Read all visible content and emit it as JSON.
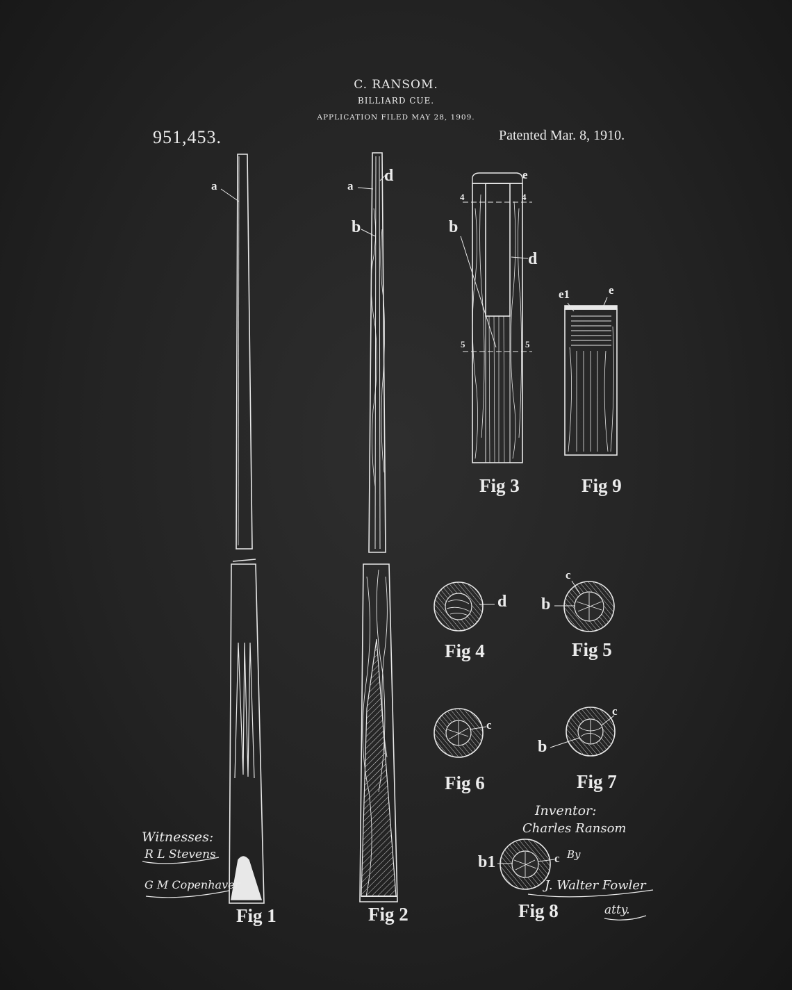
{
  "header": {
    "inventor_name": "C. RANSOM.",
    "title": "BILLIARD CUE.",
    "filed": "APPLICATION FILED MAY 28, 1909.",
    "patent_number": "951,453.",
    "patented_date": "Patented Mar. 8, 1910."
  },
  "figures": {
    "fig1": "Fig 1",
    "fig2": "Fig 2",
    "fig3": "Fig 3",
    "fig4": "Fig 4",
    "fig5": "Fig 5",
    "fig6": "Fig 6",
    "fig7": "Fig 7",
    "fig8": "Fig 8",
    "fig9": "Fig 9"
  },
  "labels": {
    "a": "a",
    "b": "b",
    "c": "c",
    "d": "d",
    "e": "e",
    "e1": "e1",
    "b1": "b1",
    "section4": "4",
    "section5": "5"
  },
  "signatures": {
    "witnesses_label": "Witnesses:",
    "witness1": "R L Stevens",
    "witness2": "G M Copenhaver",
    "inventor_label": "Inventor:",
    "inventor_signature": "Charles Ransom",
    "by": "By",
    "attorney": "J. Walter Fowler",
    "atty": "atty."
  },
  "colors": {
    "background": "#232323",
    "ink": "#ececec"
  }
}
